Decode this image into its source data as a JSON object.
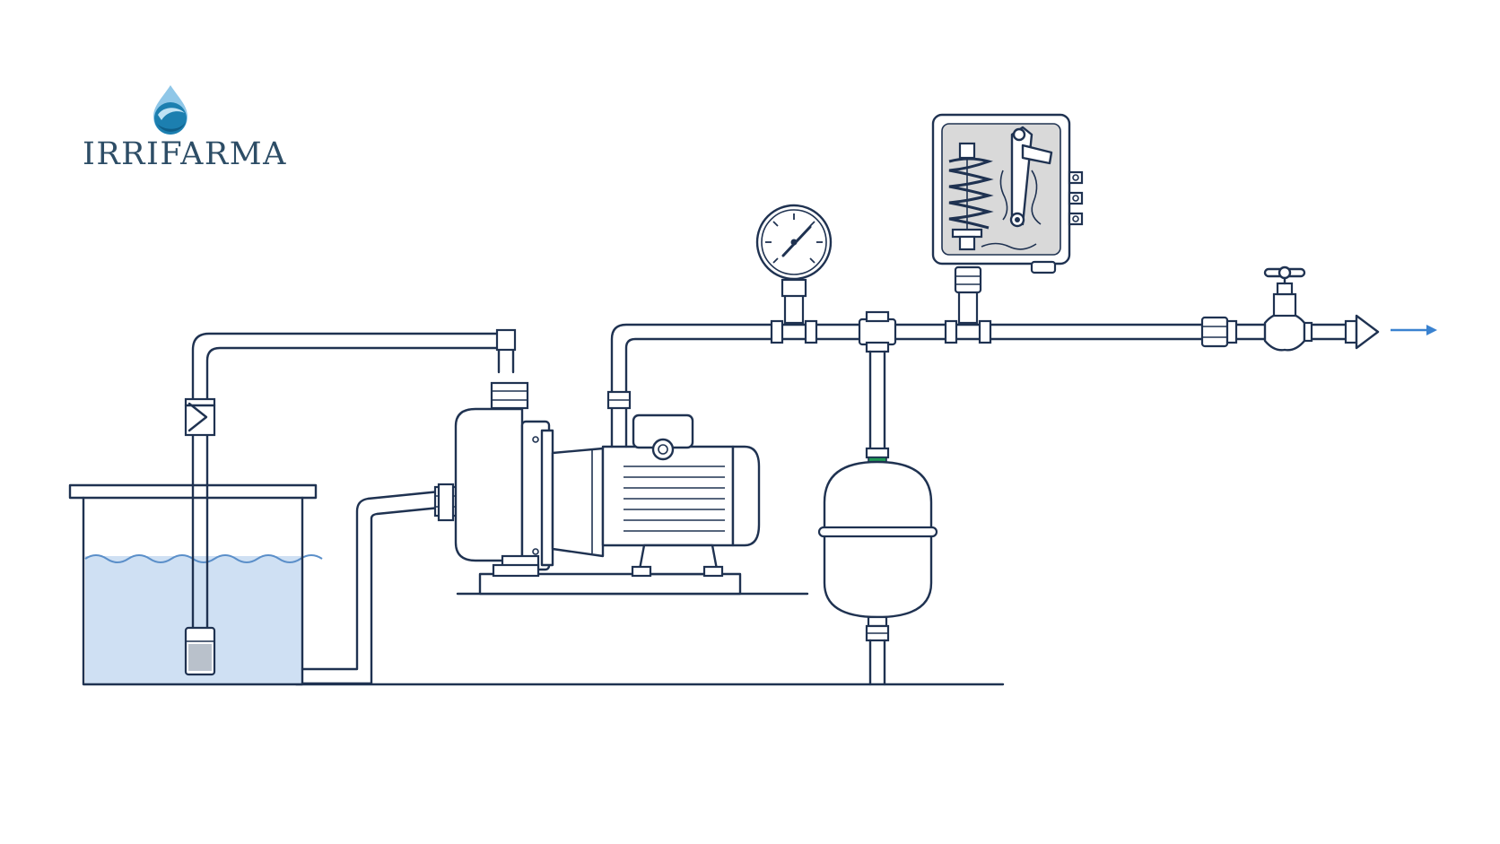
{
  "brand": {
    "name": "IRRIFARMA"
  },
  "colors": {
    "line": "#1f3251",
    "water": "#cfe0f3",
    "wave": "#5b8fc9",
    "flow_arrow": "#3a82d0",
    "pressure_switch_bg": "#d9d9d9",
    "tank_diaphragm": "#1f9a55",
    "logo_text": "#2d4d66",
    "logo_drop": "#1c7fb0"
  },
  "components": [
    "water-reservoir",
    "foot-valve-strainer",
    "check-valve",
    "suction-pipe",
    "centrifugal-pump",
    "electric-motor",
    "pressure-gauge",
    "pressure-switch",
    "expansion-tank",
    "union-fitting",
    "gate-valve",
    "outlet-nozzle",
    "flow-direction-arrow"
  ],
  "icons": {
    "logo": "water-drop-icon",
    "gauge": "pressure-gauge-icon",
    "valve": "valve-handle-icon",
    "flow": "arrow-right-icon"
  }
}
